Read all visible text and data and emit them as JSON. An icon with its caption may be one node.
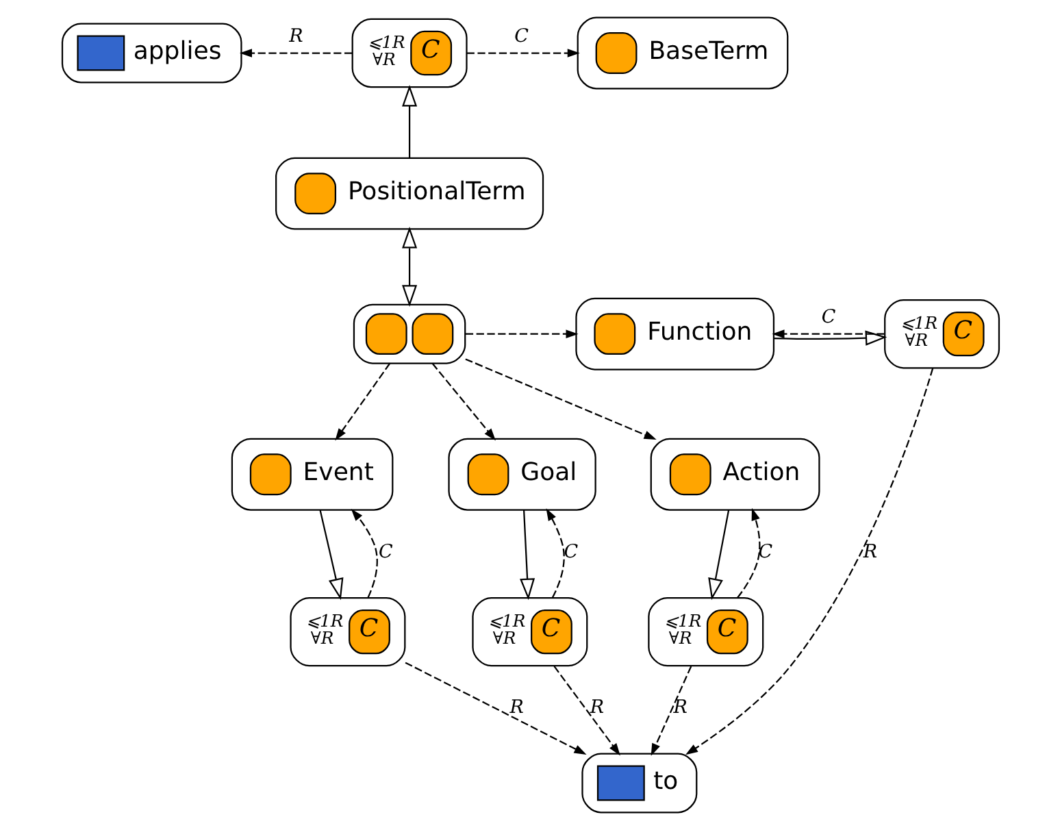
{
  "diagram": {
    "nodes": [
      {
        "text": [
          "applies"
        ]
      },
      {
        "text": [
          "⩽1R",
          "∀R",
          "C"
        ]
      },
      {
        "text": [
          "BaseTerm"
        ]
      },
      {
        "text": [
          "PositionalTerm"
        ]
      },
      {
        "text": [],
        "shape": "box"
      },
      {
        "text": [
          "Function"
        ]
      },
      {
        "text": [
          "⩽1R",
          "∀R",
          "C"
        ]
      },
      {
        "text": [
          "Event"
        ]
      },
      {
        "text": [
          "Goal"
        ]
      },
      {
        "text": [
          "Action"
        ]
      },
      {
        "text": [
          "⩽1R",
          "∀R",
          "C"
        ]
      },
      {
        "text": [
          "⩽1R",
          "∀R",
          "C"
        ]
      },
      {
        "text": [
          "⩽1R",
          "∀R",
          "C"
        ]
      },
      {
        "text": [
          "to"
        ]
      }
    ],
    "edges": [
      {
        "from": 1,
        "to": 0,
        "arrow": "to",
        "style": "dashed",
        "label": "R"
      },
      {
        "from": 1,
        "to": 2,
        "arrow": "to",
        "style": "dashed",
        "label": "C"
      },
      {
        "from": 3,
        "to": 1,
        "arrow": "to"
      },
      {
        "from": 4,
        "to": 3,
        "arrow": "both"
      },
      {
        "from": 4,
        "to": 5,
        "arrow": "to",
        "style": "dashed"
      },
      {
        "from": 4,
        "to": 7,
        "arrow": "to",
        "style": "dashed"
      },
      {
        "from": 4,
        "to": 8,
        "arrow": "to",
        "style": "dashed"
      },
      {
        "from": 4,
        "to": 9,
        "arrow": "to",
        "style": "dashed"
      },
      {
        "from": 5,
        "to": 6,
        "arrow": "to"
      },
      {
        "from": 6,
        "to": 5,
        "arrow": "to",
        "style": "dashed",
        "label": "C"
      },
      {
        "from": 7,
        "to": 10,
        "arrow": "to"
      },
      {
        "from": 10,
        "to": 7,
        "arrow": "to",
        "style": "dashed",
        "label": "C"
      },
      {
        "from": 8,
        "to": 11,
        "arrow": "to"
      },
      {
        "from": 11,
        "to": 8,
        "arrow": "to",
        "style": "dashed",
        "label": "C"
      },
      {
        "from": 9,
        "to": 12,
        "arrow": "to"
      },
      {
        "from": 12,
        "to": 9,
        "arrow": "to",
        "style": "dashed",
        "label": "C"
      },
      {
        "from": 10,
        "to": 13,
        "arrow": "to",
        "style": "dashed",
        "label": "R"
      },
      {
        "from": 11,
        "to": 13,
        "arrow": "to",
        "style": "dashed",
        "label": "R"
      },
      {
        "from": 12,
        "to": 13,
        "arrow": "to",
        "style": "dashed",
        "label": "R"
      },
      {
        "from": 6,
        "to": 13,
        "arrow": "to",
        "style": "dashed",
        "label": "R"
      }
    ]
  }
}
